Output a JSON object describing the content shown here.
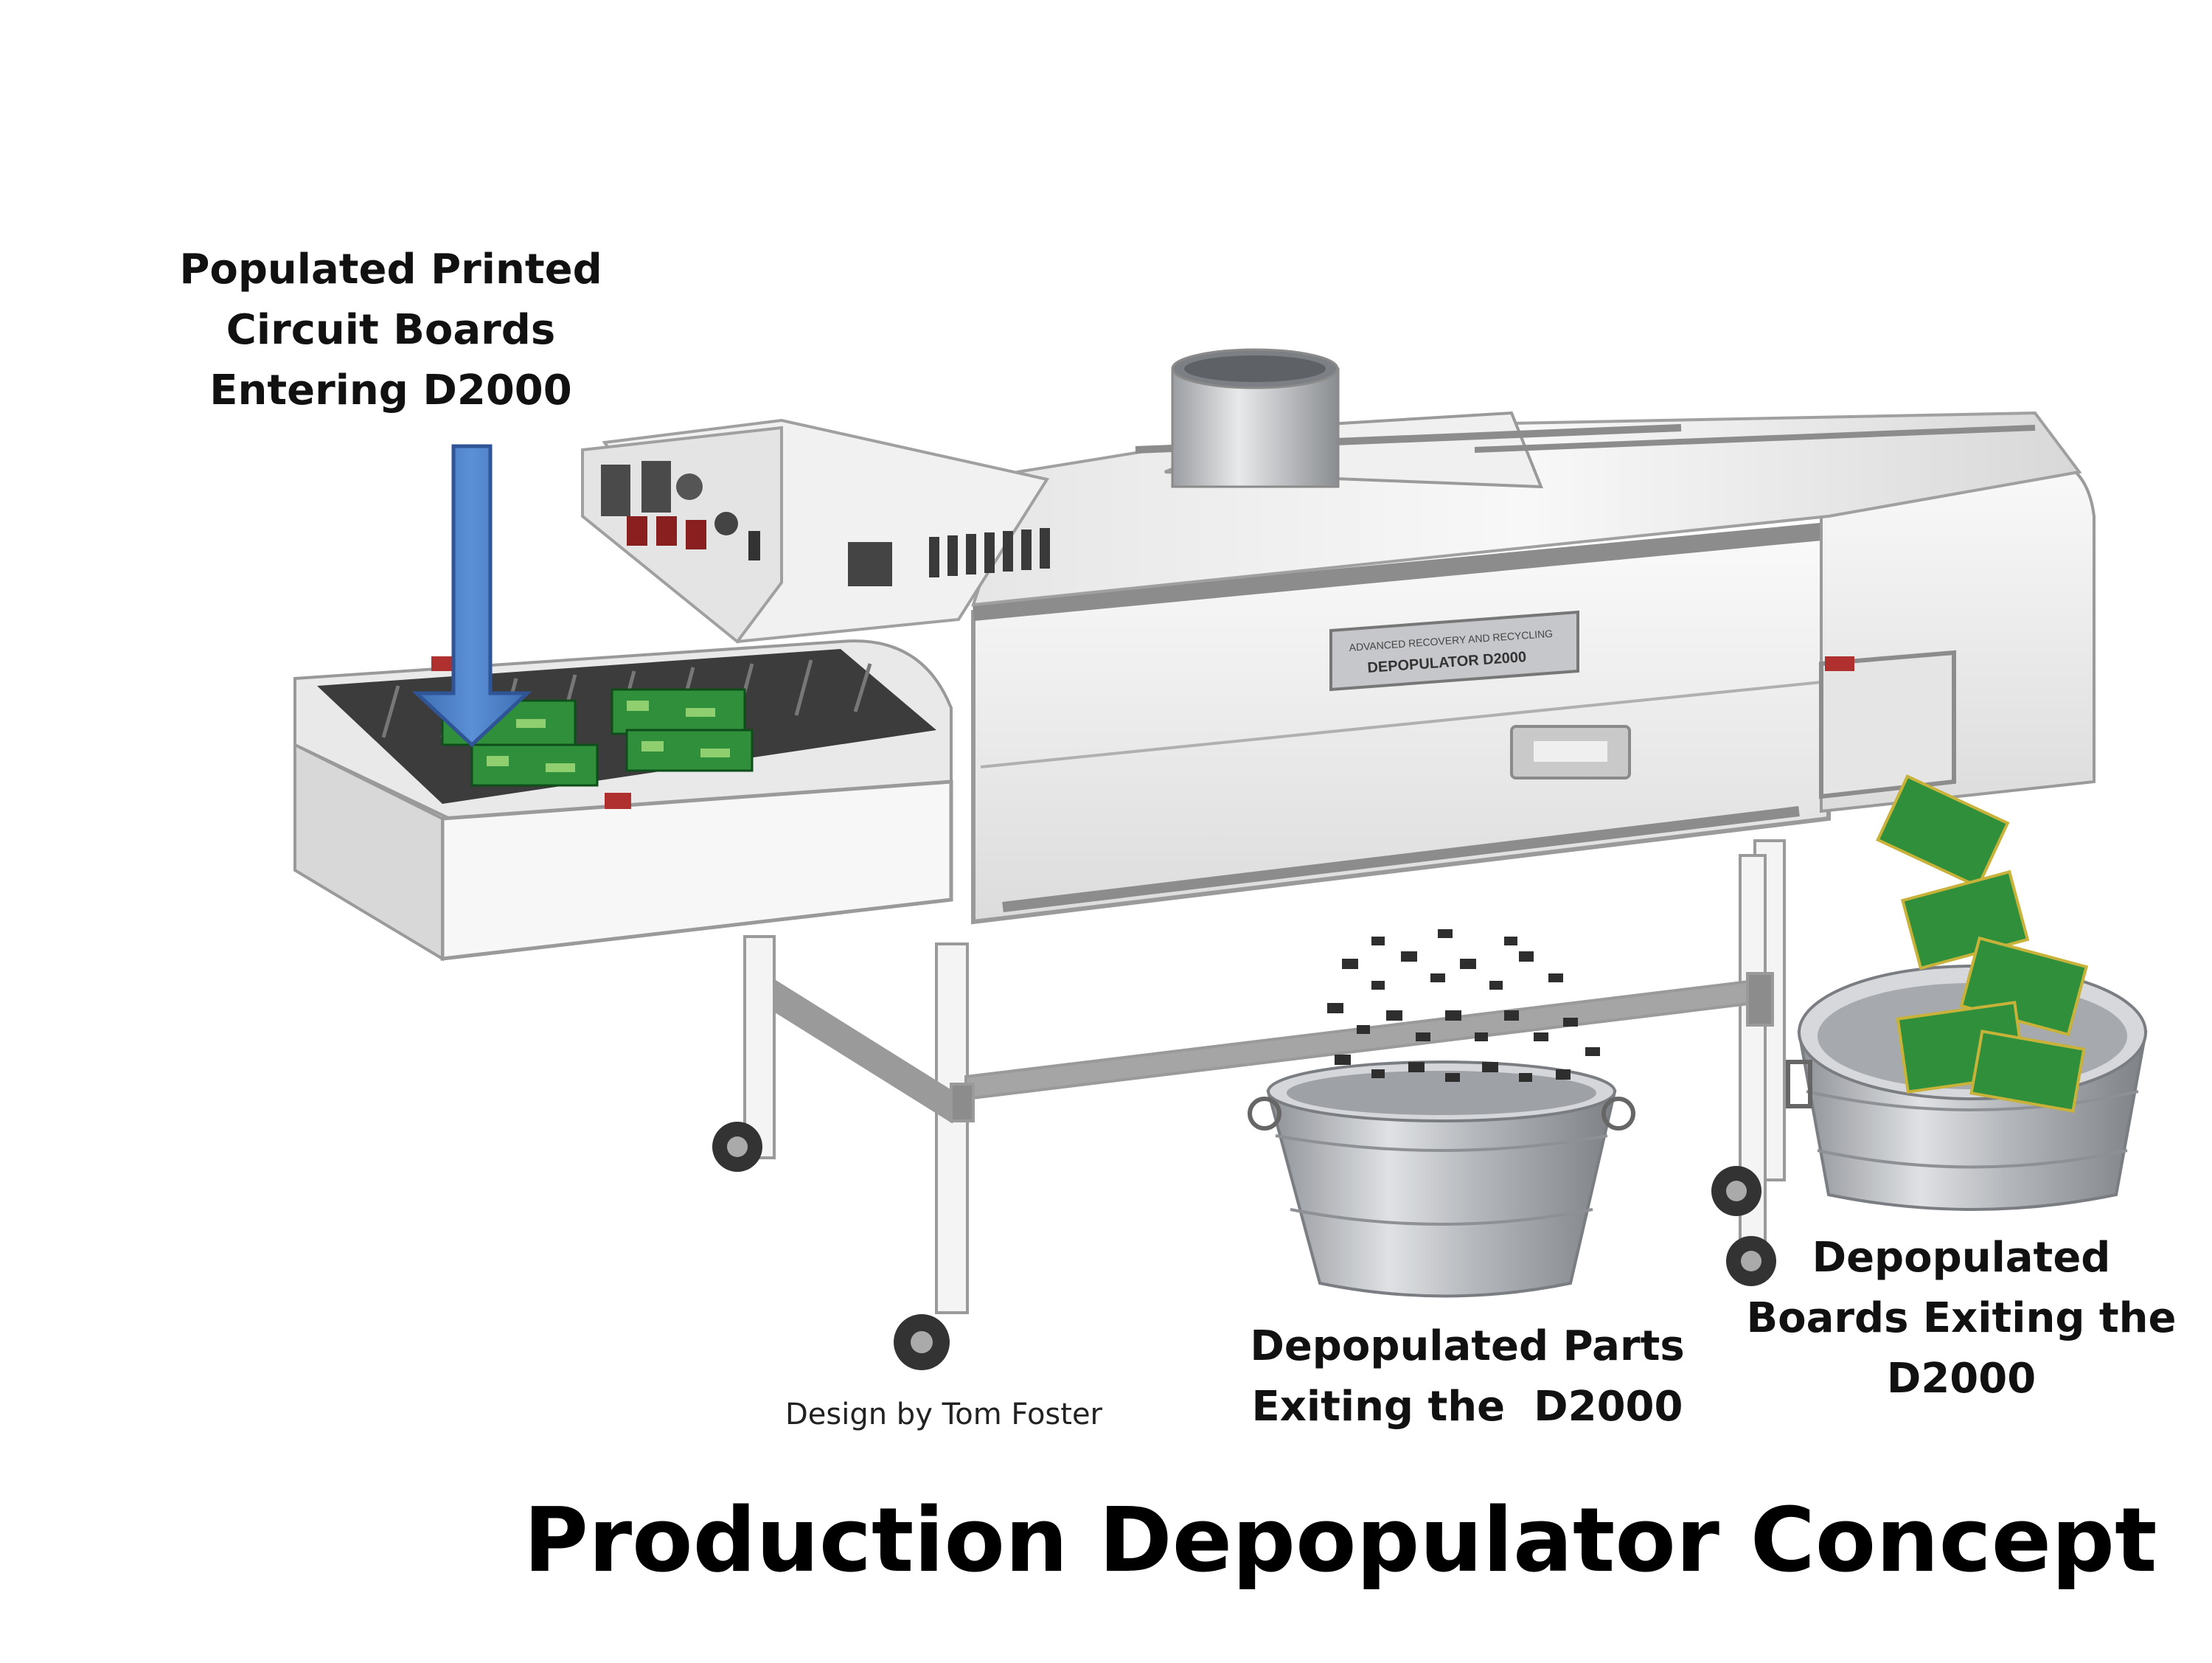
{
  "title": "Production Depopulator Concept",
  "credit": "Design by Tom Foster",
  "labels": {
    "entering": [
      "Populated Printed",
      "Circuit Boards",
      "Entering D2000"
    ],
    "parts_exit": [
      "Depopulated Parts",
      "Exiting the  D2000"
    ],
    "boards_exit": [
      "Depopulated",
      "Boards Exiting the",
      "D2000"
    ]
  },
  "nameplate": {
    "line1": "ADVANCED RECOVERY AND RECYCLING",
    "line2": "DEPOPULATOR    D2000"
  },
  "colors": {
    "arrow": "#4a7ec4",
    "arrow_border": "#2f5597",
    "machine_body": "#f2f2f2",
    "steel_trim": "#9a9a9a",
    "pcb_green": "#2f8f3a",
    "bucket_steel": "#b9bcc0"
  }
}
